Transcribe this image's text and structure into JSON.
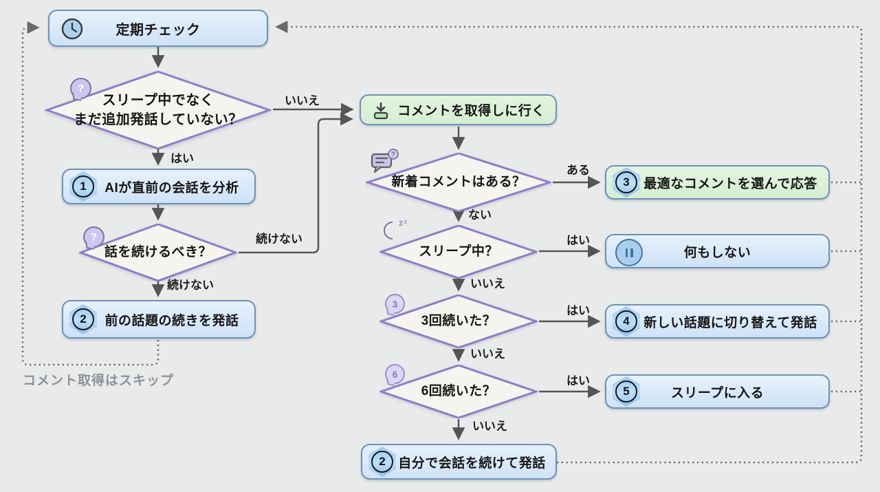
{
  "nodes": {
    "periodic_check": {
      "label": "定期チェック"
    },
    "fetch_comments": {
      "label": "コメントを取得しに行く"
    },
    "analyze": {
      "num": "1",
      "label": "AIが直前の会話を分析"
    },
    "speak_prev": {
      "num": "2",
      "label": "前の話題の続きを発話"
    },
    "respond_best": {
      "num": "3",
      "label": "最適なコメントを選んで応答"
    },
    "do_nothing": {
      "label": "何もしない"
    },
    "new_topic": {
      "num": "4",
      "label": "新しい話題に切り替えて発話"
    },
    "enter_sleep": {
      "num": "5",
      "label": "スリープに入る"
    },
    "self_continue": {
      "num": "2",
      "label": "自分で会話を続けて発話"
    }
  },
  "decisions": {
    "sleep_check": {
      "line1": "スリープ中でなく",
      "line2": "まだ追加発話していない？"
    },
    "continue_talk": {
      "label": "話を続けるべき？"
    },
    "new_comments": {
      "label": "新着コメントはある？"
    },
    "sleeping": {
      "label": "スリープ中？"
    },
    "three_times": {
      "label": "3回続いた？",
      "badge": "3"
    },
    "six_times": {
      "label": "6回続いた？",
      "badge": "6"
    }
  },
  "edges": {
    "sleepcheck_no": "いいえ",
    "sleepcheck_yes": "はい",
    "continue_right": "続けない",
    "continue_down": "続けない",
    "comments_yes": "ある",
    "comments_no": "ない",
    "sleeping_yes": "はい",
    "sleeping_no": "いいえ",
    "three_yes": "はい",
    "three_no": "いいえ",
    "six_yes": "はい",
    "six_no": "いいえ"
  },
  "caption": {
    "skip_note": "コメント取得はスキップ"
  },
  "icons": {
    "question_mark": "?",
    "zz": "zᶻ"
  },
  "colors": {
    "background": "#e9ebea",
    "node_blue": "#d8e8f8",
    "node_green": "#ddf2d9",
    "node_border": "#6d92b8",
    "diamond_fill": "#f5f4ee",
    "diamond_border": "#8d7ec8",
    "connector": "#555555",
    "dotted": "#6a6a6a",
    "badge_hex": "#9ecbf0"
  }
}
